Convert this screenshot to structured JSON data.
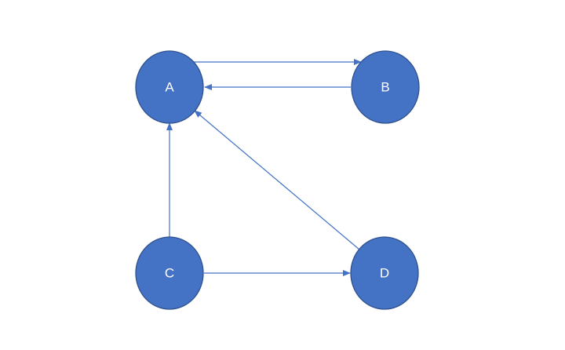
{
  "colors": {
    "node_fill": "#4472c4",
    "node_stroke": "#2f528f",
    "edge": "#4472c4",
    "background": "#ffffff"
  },
  "nodes": [
    {
      "id": "A",
      "label": "A"
    },
    {
      "id": "B",
      "label": "B"
    },
    {
      "id": "C",
      "label": "C"
    },
    {
      "id": "D",
      "label": "D"
    }
  ],
  "edges": [
    {
      "from": "A",
      "to": "B"
    },
    {
      "from": "B",
      "to": "A"
    },
    {
      "from": "C",
      "to": "A"
    },
    {
      "from": "C",
      "to": "D"
    },
    {
      "from": "D",
      "to": "A"
    }
  ]
}
